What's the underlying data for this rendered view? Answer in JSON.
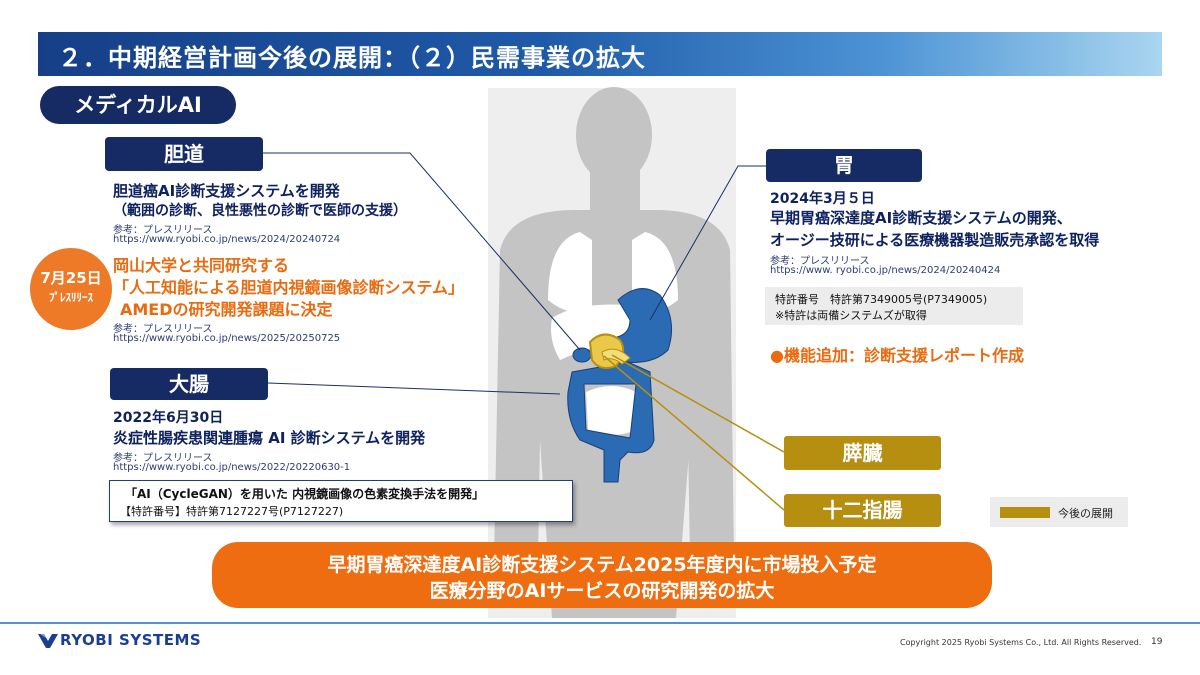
{
  "header": {
    "title": "２．中期経営計画今後の展開：（２）民需事業の拡大"
  },
  "section_label": "メディカルAI",
  "biliary": {
    "tag": "胆道",
    "line1": "胆道癌AI診断支援システムを開発",
    "line2": "（範囲の診断、良性悪性の診断で医師の支援）",
    "ref_label": "参考：プレスリリース",
    "ref_url": "https://www.ryobi.co.jp/news/2024/20240724",
    "badge_date": "7月25日",
    "badge_text": "ﾌﾟﾚｽﾘﾘｰｽ",
    "orange1": "岡山大学と共同研究する",
    "orange2": "「人工知能による胆道内視鏡画像診断システム」",
    "orange3": "AMEDの研究開発課題に決定",
    "ref2_label": "参考：プレスリリース",
    "ref2_url": "https://www.ryobi.co.jp/news/2025/20250725"
  },
  "colon": {
    "tag": "大腸",
    "date": "2022年6月30日",
    "title": "炎症性腸疾患関連腫瘍 AI 診断システムを開発",
    "ref_label": "参考：プレスリリース",
    "ref_url": "https://www.ryobi.co.jp/news/2022/20220630-1",
    "patent_line1": "「AI（CycleGAN）を用いた 内視鏡画像の色素変換手法を開発」",
    "patent_line2": "【特許番号】特許第7127227号(P7127227)"
  },
  "stomach": {
    "tag": "胃",
    "date": "2024年3月５日",
    "line1": "早期胃癌深達度AI診断支援システムの開発、",
    "line2": "オージー技研による医療機器製造販売承認を取得",
    "ref_label": "参考：プレスリリース",
    "ref_url": "https://www. ryobi.co.jp/news/2024/20240424",
    "patent_line1": "特許番号　特許第7349005号(P7349005)",
    "patent_line2": "※特許は両備システムズが取得",
    "feature": "●機能追加：診断支援レポート作成"
  },
  "future": {
    "pancreas": "膵臓",
    "duodenum": "十二指腸",
    "legend": "今後の展開"
  },
  "banner": {
    "line1": "早期胃癌深達度AI診断支援システム2025年度内に市場投入予定",
    "line2": "医療分野のAIサービスの研究開発の拡大"
  },
  "footer": {
    "company": "RYOBI SYSTEMS",
    "copyright": "Copyright 2025 Ryobi Systems Co., Ltd. All Rights Reserved.",
    "page": "19"
  },
  "colors": {
    "navy": "#162a63",
    "organ_blue": "#2b6bb4",
    "gold": "#b68f10",
    "orange": "#ee6d10",
    "body_grey": "#c4c4c4"
  }
}
